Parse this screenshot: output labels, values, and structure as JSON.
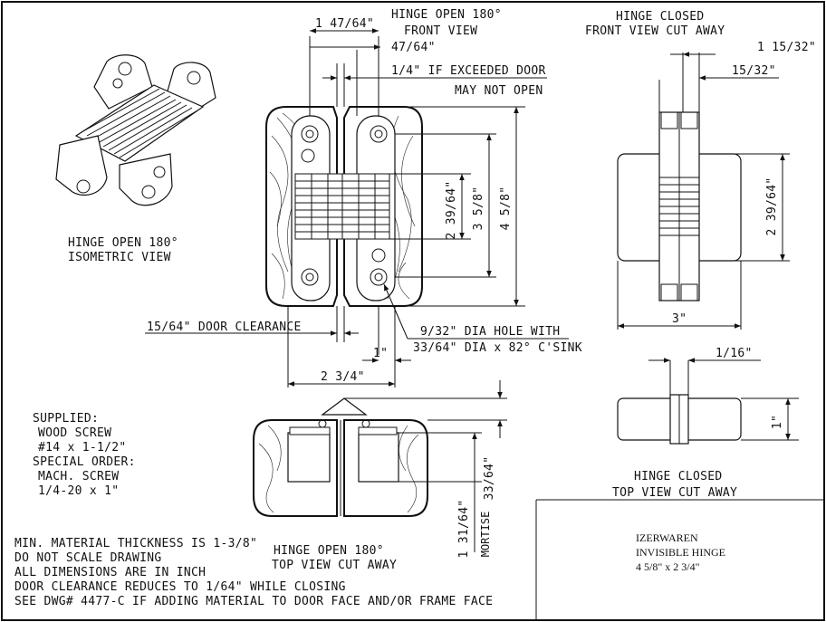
{
  "views": {
    "front_open": {
      "title_line1": "HINGE OPEN 180°",
      "title_line2": "FRONT VIEW"
    },
    "front_closed": {
      "title_line1": "HINGE CLOSED",
      "title_line2": "FRONT VIEW CUT AWAY"
    },
    "isometric": {
      "title_line1": "HINGE OPEN 180°",
      "title_line2": "ISOMETRIC VIEW"
    },
    "top_open": {
      "title_line1": "HINGE OPEN 180°",
      "title_line2": "TOP VIEW CUT AWAY"
    },
    "top_closed": {
      "title_line1": "HINGE CLOSED",
      "title_line2": "TOP VIEW CUT AWAY"
    }
  },
  "dimensions": {
    "width_1_47_64": "1 47/64\"",
    "width_47_64": "47/64\"",
    "exceeded_line1": "1/4\" IF EXCEEDED DOOR",
    "exceeded_line2": "MAY NOT OPEN",
    "height_2_39_64": "2 39/64\"",
    "height_3_5_8": "3 5/8\"",
    "height_4_5_8": "4 5/8\"",
    "door_clearance": "15/64\" DOOR CLEARANCE",
    "hole_line1": "9/32\" DIA HOLE WITH",
    "hole_line2": "33/64\" DIA x 82° C'SINK",
    "one_inch": "1\"",
    "width_2_3_4": "2 3/4\"",
    "closed_1_15_32": "1 15/32\"",
    "closed_15_32": "15/32\"",
    "closed_2_39_64": "2 39/64\"",
    "closed_3": "3\"",
    "closed_1_16": "1/16\"",
    "closed_1": "1\"",
    "top_33_64": "33/64\"",
    "top_1_31_64": "1 31/64\"",
    "mortise": "MORTISE"
  },
  "screw_notes": {
    "supplied": "SUPPLIED:",
    "wood_screw": "WOOD SCREW",
    "wood_size": "#14 x 1-1/2\"",
    "special": "SPECIAL ORDER:",
    "mach_screw": "MACH. SCREW",
    "mach_size": "1/4-20 x 1\""
  },
  "general_notes": [
    "MIN. MATERIAL THICKNESS IS 1-3/8\"",
    "DO NOT SCALE DRAWING",
    "ALL DIMENSIONS ARE IN INCH",
    "DOOR CLEARANCE REDUCES TO 1/64\" WHILE CLOSING",
    "SEE DWG# 4477-C IF ADDING MATERIAL TO DOOR FACE AND/OR FRAME FACE"
  ],
  "title_block": {
    "company": "IZERWAREN",
    "product": "INVISIBLE HINGE",
    "size": "4 5/8\" x  2 3/4\""
  }
}
